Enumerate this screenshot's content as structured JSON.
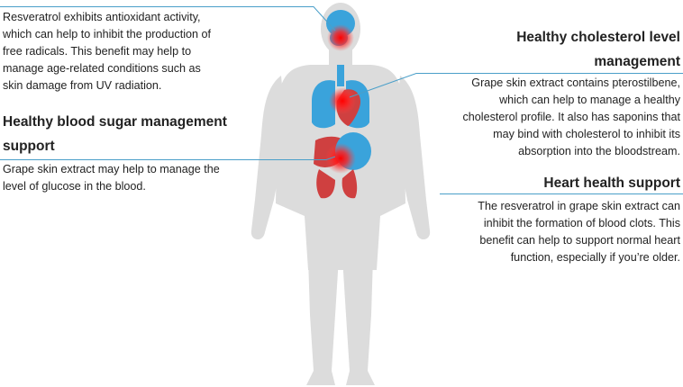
{
  "callouts": {
    "antioxidant": {
      "title": "",
      "lines": [
        "Resveratrol exhibits antioxidant activity,",
        "which can help to inhibit the production of",
        "free radicals. This benefit may help to",
        "manage age-related conditions such as",
        "skin damage from UV radiation."
      ]
    },
    "blood_sugar": {
      "title_lines": [
        "Healthy blood sugar management",
        "support"
      ],
      "lines": [
        "Grape skin extract may help to manage the",
        "level of glucose in the blood."
      ]
    },
    "cholesterol": {
      "title_lines": [
        "Healthy cholesterol level",
        "management"
      ],
      "lines": [
        "Grape skin extract contains pterostilbene,",
        "which can help to manage a healthy",
        "cholesterol profile. It also has saponins that",
        "may bind with cholesterol to inhibit its",
        "absorption into the bloodstream."
      ]
    },
    "heart": {
      "title_lines": [
        "Heart health support"
      ],
      "lines": [
        "The resveratrol in grape skin extract can",
        "inhibit the formation of blood clots. This",
        "benefit can help to support normal heart",
        "function, especially if you’re older."
      ]
    }
  },
  "colors": {
    "body": "#dcdcdc",
    "organ_blue": "#3aa3db",
    "organ_red": "#cf4040",
    "highlight": "#ff1a1a",
    "leader_line": "#4a9fc9",
    "text": "#222222"
  }
}
